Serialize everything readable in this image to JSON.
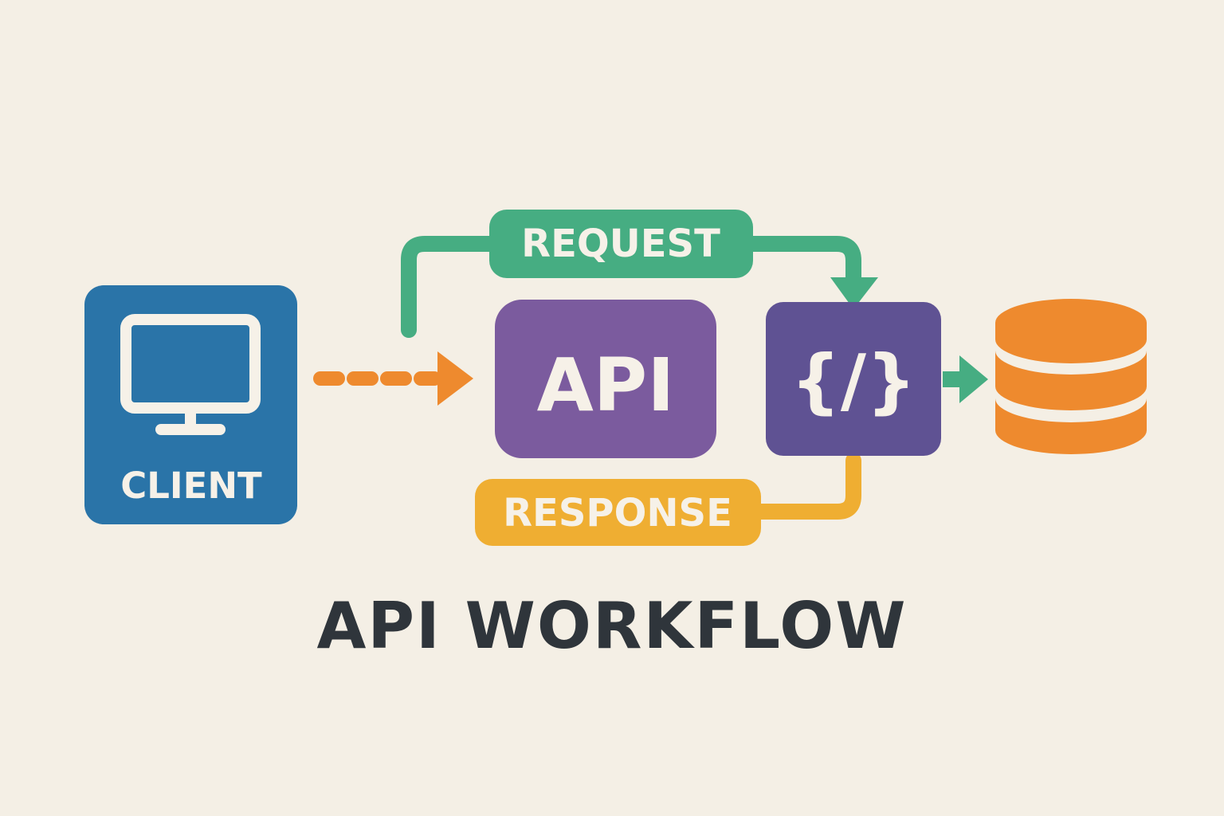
{
  "diagram": {
    "client": {
      "label": "CLIENT",
      "icon": "monitor-icon"
    },
    "api": {
      "label": "API"
    },
    "code": {
      "label": "{/}",
      "icon": "code-brackets-icon"
    },
    "database": {
      "icon": "database-icon"
    },
    "request": {
      "label": "REQUEST"
    },
    "response": {
      "label": "RESPONSE"
    }
  },
  "title": "API WORKFLOW",
  "colors": {
    "background": "#f4efe5",
    "client": "#2a74a8",
    "api": "#7b5b9e",
    "code": "#5f5293",
    "database": "#ee8a2e",
    "request": "#46ad82",
    "response": "#efae32",
    "dashed_arrow": "#ee8a2e",
    "label_text": "#f6f1e8",
    "title": "#2f353b"
  }
}
